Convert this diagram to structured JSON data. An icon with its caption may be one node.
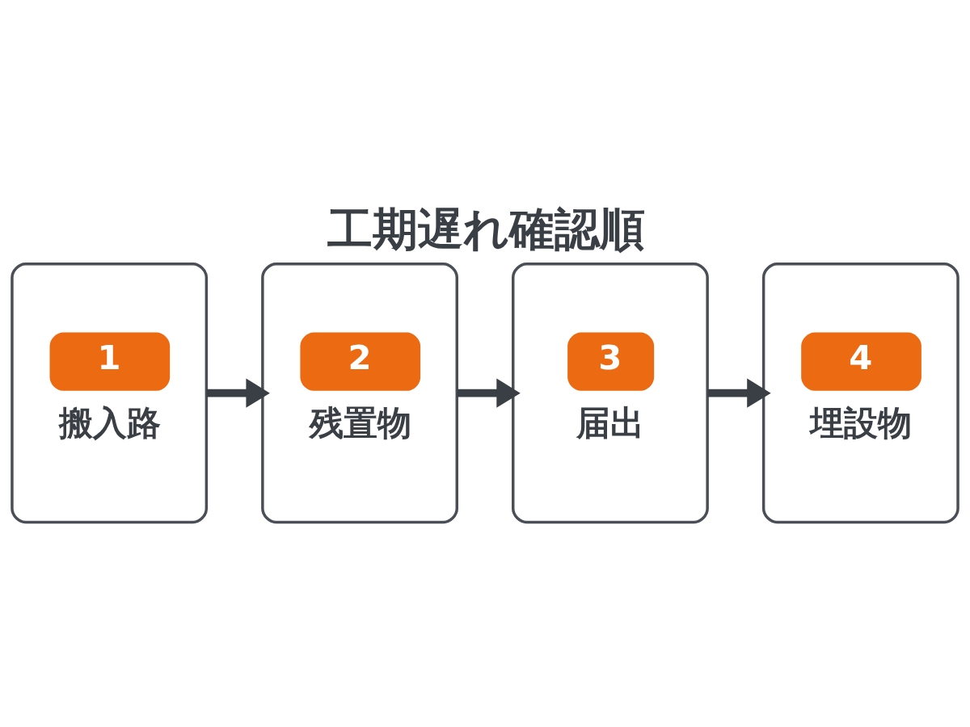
{
  "diagram": {
    "title": "工期遅れ確認順",
    "nodes": [
      {
        "text": [
          "1",
          "搬入路"
        ]
      },
      {
        "text": [
          "2",
          "残置物"
        ]
      },
      {
        "text": [
          "3",
          "届出"
        ]
      },
      {
        "text": [
          "4",
          "埋設物"
        ]
      }
    ],
    "edges": [
      {
        "from": 0,
        "to": 1,
        "arrow": "to"
      },
      {
        "from": 1,
        "to": 2,
        "arrow": "to"
      },
      {
        "from": 2,
        "to": 3,
        "arrow": "to"
      }
    ]
  }
}
